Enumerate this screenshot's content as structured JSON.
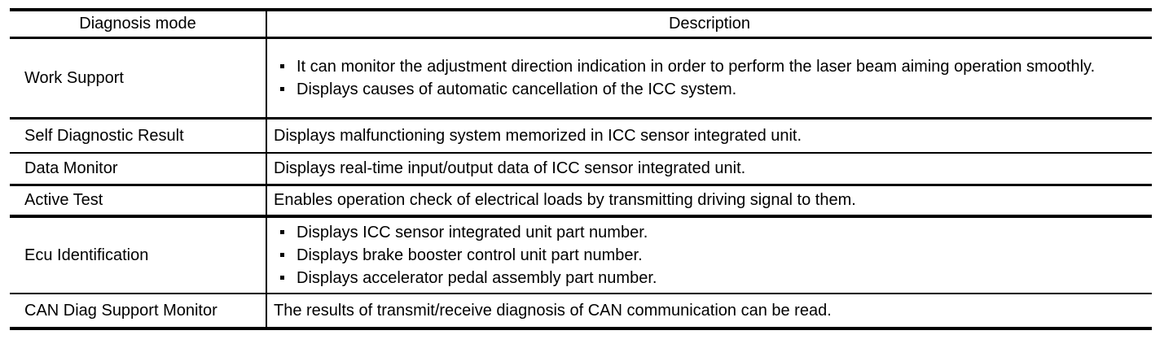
{
  "table": {
    "columns": {
      "mode": "Diagnosis mode",
      "description": "Description"
    },
    "rows": [
      {
        "mode": "Work Support",
        "bullets": [
          "It can monitor the adjustment direction indication in order to perform the laser beam aiming operation smoothly.",
          "Displays causes of automatic cancellation of the ICC system."
        ]
      },
      {
        "mode": "Self Diagnostic Result",
        "description": "Displays malfunctioning system memorized in ICC sensor integrated unit."
      },
      {
        "mode": "Data Monitor",
        "description": "Displays real-time input/output data of ICC sensor integrated unit."
      },
      {
        "mode": "Active Test",
        "description": "Enables operation check of electrical loads by transmitting driving signal to them."
      },
      {
        "mode": "Ecu Identification",
        "bullets": [
          "Displays ICC sensor integrated unit part number.",
          "Displays brake booster control unit part number.",
          "Displays accelerator pedal assembly part number."
        ]
      },
      {
        "mode": "CAN Diag Support Monitor",
        "description": "The results of transmit/receive diagnosis of CAN communication can be read."
      }
    ],
    "colors": {
      "border": "#000000",
      "text": "#000000",
      "background": "#ffffff"
    }
  }
}
